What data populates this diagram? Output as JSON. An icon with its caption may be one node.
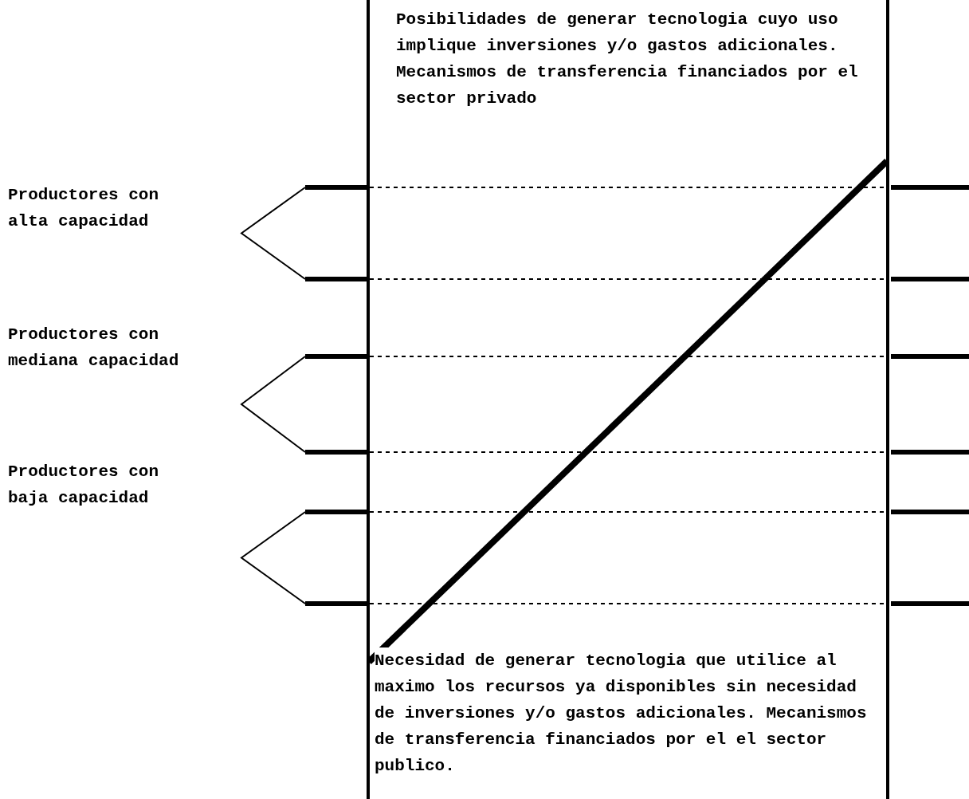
{
  "diagram": {
    "labels": [
      "Posibilidades de generar tecnologia cuyo uso implique inversiones y/o gastos adicionales. Mecanismos de transferencia financiados por el sector privado",
      "Productores con alta capacidad",
      "Productores con mediana capacidad",
      "Productores con baja capacidad",
      "Necesidad de generar tecnologia que utilice al maximo los recursos ya disponibles sin necesidad de inversiones y/o gastos adicionales. Mecanismos de transferencia financiados por el el sector publico."
    ]
  }
}
